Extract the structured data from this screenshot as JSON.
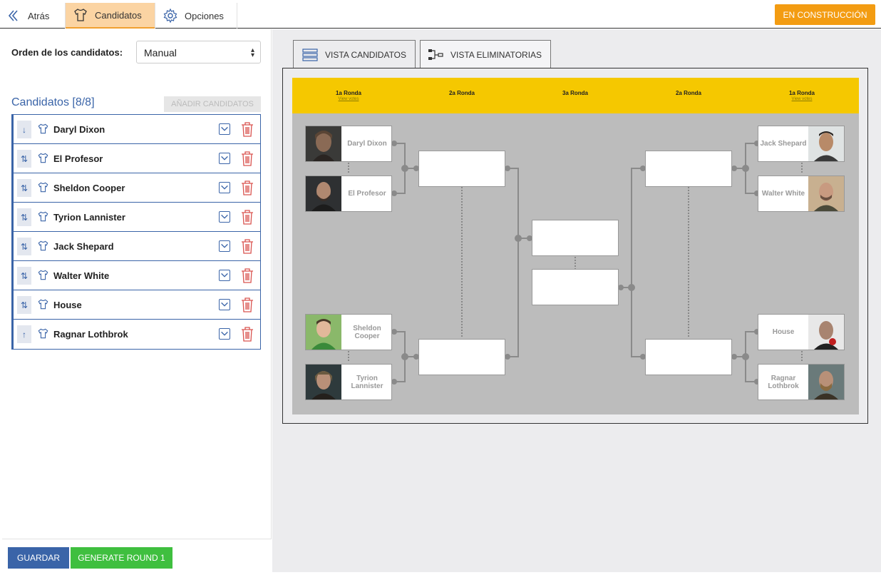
{
  "topbar": {
    "back_label": "Atrás",
    "candidates_label": "Candidatos",
    "options_label": "Opciones",
    "status_label": "EN CONSTRUCCIÓN",
    "status_color": "#f39c12"
  },
  "left": {
    "order_label": "Orden de los candidatos:",
    "order_value": "Manual",
    "candidates_title": "Candidatos [8/8]",
    "add_label": "AÑADIR CANDIDATOS",
    "candidates": [
      {
        "name": "Daryl Dixon",
        "drag": "↓"
      },
      {
        "name": "El Profesor",
        "drag": "⇅"
      },
      {
        "name": "Sheldon Cooper",
        "drag": "⇅"
      },
      {
        "name": "Tyrion Lannister",
        "drag": "⇅"
      },
      {
        "name": "Jack Shepard",
        "drag": "⇅"
      },
      {
        "name": "Walter White",
        "drag": "⇅"
      },
      {
        "name": "House",
        "drag": "⇅"
      },
      {
        "name": "Ragnar Lothbrok",
        "drag": "↑"
      }
    ]
  },
  "footer": {
    "save_label": "GUARDAR",
    "generate_label": "GENERATE ROUND 1"
  },
  "tabs": {
    "candidates_view": "VISTA CANDIDATOS",
    "elimination_view": "VISTA ELIMINATORIAS"
  },
  "bracket": {
    "rounds": [
      {
        "label": "1a Ronda",
        "votes": "View votes"
      },
      {
        "label": "2a Ronda",
        "votes": ""
      },
      {
        "label": "3a Ronda",
        "votes": ""
      },
      {
        "label": "2a Ronda",
        "votes": ""
      },
      {
        "label": "1a Ronda",
        "votes": "View votes"
      }
    ],
    "left_slots": [
      "Daryl Dixon",
      "El Profesor",
      "Sheldon Cooper",
      "Tyrion Lannister"
    ],
    "right_slots": [
      "Jack Shepard",
      "Walter White",
      "House",
      "Ragnar Lothbrok"
    ],
    "header_color": "#f5c800"
  }
}
